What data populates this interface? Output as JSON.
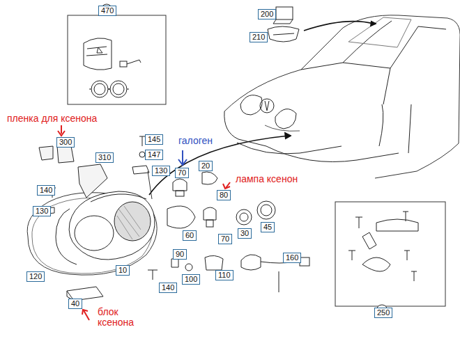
{
  "diagram": {
    "nodes": [
      {
        "text": [
          "470"
        ]
      },
      {
        "text": [
          "200"
        ]
      },
      {
        "text": [
          "210"
        ]
      },
      {
        "text": [
          "300"
        ]
      },
      {
        "text": [
          "310"
        ]
      },
      {
        "text": [
          "145"
        ]
      },
      {
        "text": [
          "147"
        ]
      },
      {
        "text": [
          "130"
        ]
      },
      {
        "text": [
          "70"
        ]
      },
      {
        "text": [
          "20"
        ]
      },
      {
        "text": [
          "80"
        ]
      },
      {
        "text": [
          "140"
        ]
      },
      {
        "text": [
          "130"
        ]
      },
      {
        "text": [
          "60"
        ]
      },
      {
        "text": [
          "30"
        ]
      },
      {
        "text": [
          "45"
        ]
      },
      {
        "text": [
          "70"
        ]
      },
      {
        "text": [
          "90"
        ]
      },
      {
        "text": [
          "120"
        ]
      },
      {
        "text": [
          "10"
        ]
      },
      {
        "text": [
          "140"
        ]
      },
      {
        "text": [
          "100"
        ]
      },
      {
        "text": [
          "110"
        ]
      },
      {
        "text": [
          "160"
        ]
      },
      {
        "text": [
          "40"
        ]
      },
      {
        "text": [
          "250"
        ]
      }
    ],
    "labels": [
      "пленка для ксенона",
      "галоген",
      "лампа ксенон",
      "блок ксенона"
    ]
  }
}
